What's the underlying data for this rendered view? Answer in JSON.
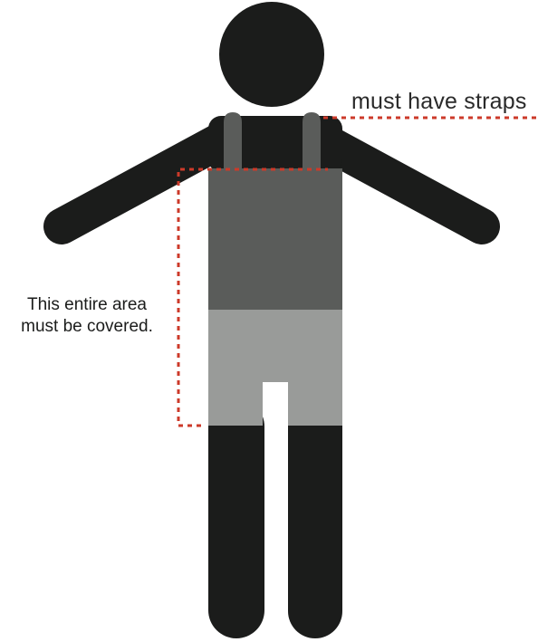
{
  "diagram": {
    "annotations": {
      "straps": "must have straps",
      "coverage_line1": "This entire area",
      "coverage_line2": "must be covered."
    },
    "colors": {
      "body": "#1b1c1b",
      "top_garment": "#5a5c5a",
      "shorts": "#999b99",
      "dashed_line": "#cc3a2a",
      "text": "#1b1c1b"
    }
  }
}
